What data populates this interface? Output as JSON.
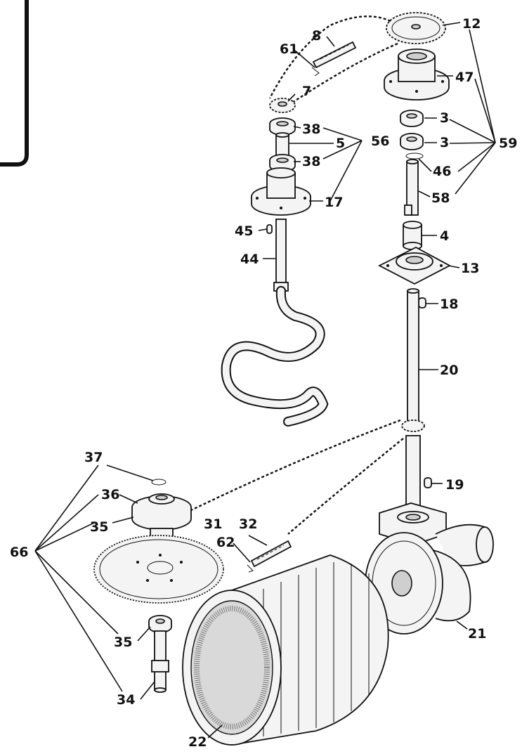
{
  "labels": {
    "p12": "12",
    "p8": "8",
    "p61": "61",
    "p47": "47",
    "p7": "7",
    "p3a": "3",
    "p3b": "3",
    "p38a": "38",
    "p5": "5",
    "p56": "56",
    "p59": "59",
    "p38b": "38",
    "p46": "46",
    "p17": "17",
    "p58": "58",
    "p45": "45",
    "p4": "4",
    "p44": "44",
    "p13": "13",
    "p18": "18",
    "p20": "20",
    "p37": "37",
    "p19": "19",
    "p36": "36",
    "p31": "31",
    "p32": "32",
    "p35a": "35",
    "p62": "62",
    "p66": "66",
    "p35b": "35",
    "p21": "21",
    "p34": "34",
    "p22": "22"
  }
}
